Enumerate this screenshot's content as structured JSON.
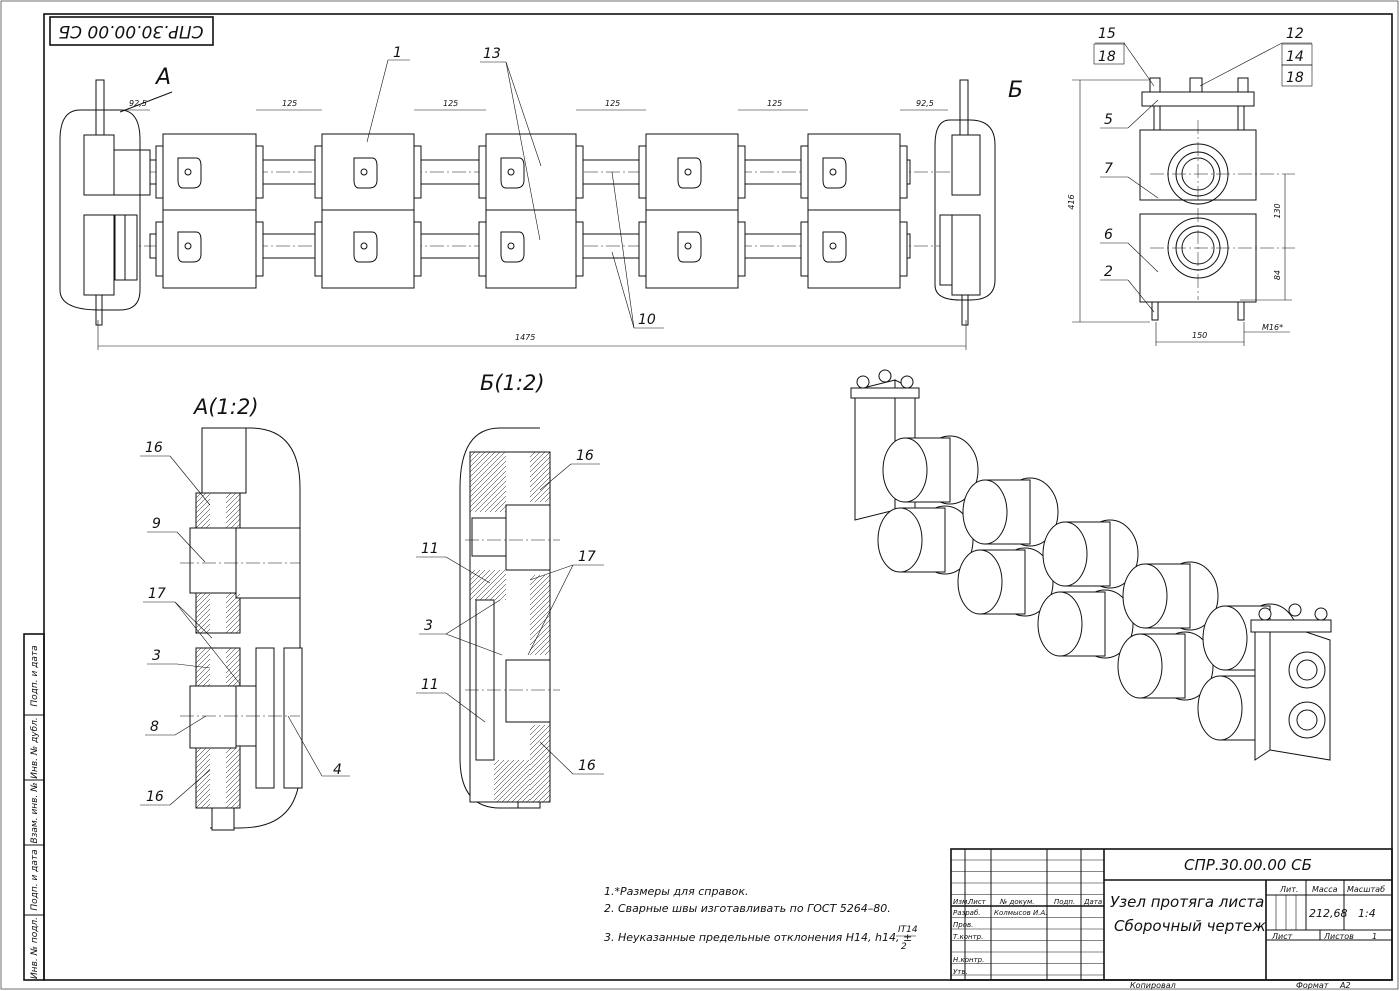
{
  "stamp_code_rotated": "СПР.30.00.00 СБ",
  "views": {
    "label_a": "А",
    "label_b": "Б",
    "detail_a": "А(1:2)",
    "detail_b": "Б(1:2)"
  },
  "dimensions": {
    "front_gap_left": "92,5",
    "front_pitch": [
      "125",
      "125",
      "125",
      "125"
    ],
    "front_gap_right": "92,5",
    "front_total": "1475",
    "side_height": "416",
    "side_130": "130",
    "side_84": "84",
    "side_150": "150",
    "side_thread": "М16*"
  },
  "balloons": {
    "front": [
      "1",
      "13",
      "10"
    ],
    "side": [
      "15",
      "18",
      "12",
      "14",
      "18",
      "5",
      "7",
      "6",
      "2"
    ],
    "detail_a": [
      "16",
      "9",
      "17",
      "3",
      "8",
      "16",
      "4"
    ],
    "detail_b": [
      "16",
      "11",
      "17",
      "3",
      "11",
      "16"
    ]
  },
  "notes": [
    "1.*Размеры для справок.",
    "2. Сварные швы изготавливать по ГОСТ 5264–80.",
    "3. Неуказанные предельные отклонения H14, h14, ±"
  ],
  "tolerance_fraction": {
    "numerator": "IT14",
    "denominator": "2"
  },
  "side_strip": [
    "Подп. и дата",
    "Инв. № дубл.",
    "Взам. инв. №",
    "Подп. и дата",
    "Инв. № подл."
  ],
  "title_block": {
    "designation": "СПР.30.00.00 СБ",
    "name_line1": "Узел протяга листа",
    "name_line2": "Сборочный чертеж",
    "col_headers": [
      "Изм.",
      "Лист",
      "№ докум.",
      "Подп.",
      "Дата"
    ],
    "roles": [
      "Разраб.",
      "Пров.",
      "Т.контр.",
      "Н.контр.",
      "Утв."
    ],
    "developer": "Колмысов И.А.",
    "lit_label": "Лит.",
    "mass_label": "Масса",
    "scale_label": "Масштаб",
    "mass": "212,68",
    "scale": "1:4",
    "sheet_label": "Лист",
    "sheets_label": "Листов",
    "sheets_count": "1",
    "copied": "Копировал",
    "format_label": "Формат",
    "format": "А2"
  }
}
